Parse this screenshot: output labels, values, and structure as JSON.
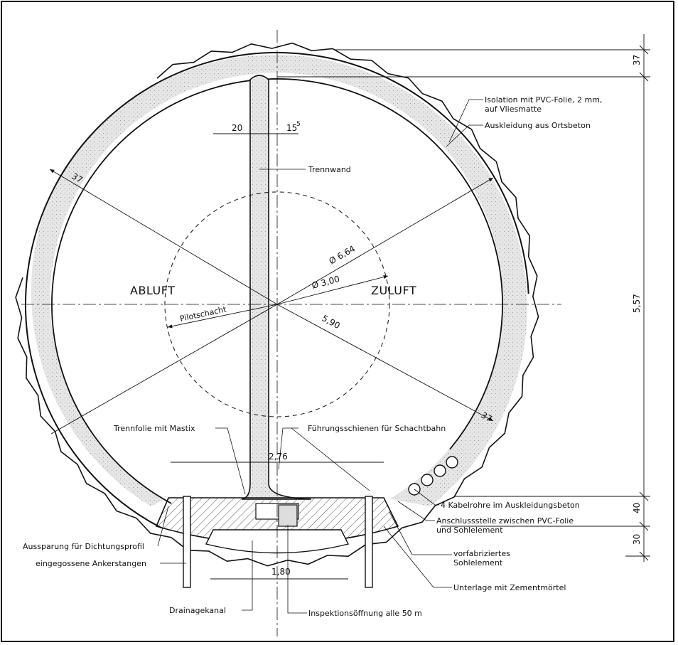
{
  "main_labels": {
    "left_zone": "ABLUFT",
    "right_zone": "ZULUFT",
    "pilot": "Pilotschacht"
  },
  "dimensions": {
    "top_thickness": "37",
    "partition_left": "20",
    "partition_right": "15",
    "partition_right_sup": "5",
    "wall_left": "37",
    "wall_right": "37",
    "diameter_outer": "Ø 6,64",
    "diameter_pilot": "Ø 3,00",
    "radius": "5,90",
    "height_total": "5,57",
    "floor_40": "40",
    "floor_30": "30",
    "width_276": "2,76",
    "width_180": "1,80"
  },
  "annotations": {
    "isolation_1": "Isolation mit PVC-Folie, 2 mm,",
    "isolation_2": "auf Vliesmatte",
    "lining": "Auskleidung aus Ortsbeton",
    "partition": "Trennwand",
    "separating_foil": "Trennfolie mit Mastix",
    "guide_rails": "Führungsschienen für Schachtbahn",
    "cable_pipes": "4 Kabelrohre im Auskleidungsbeton",
    "junction_1": "Anschlussstelle zwischen PVC-Folie",
    "junction_2": "und Sohlelement",
    "precast_1": "vorfabriziertes",
    "precast_2": "Sohlelement",
    "base": "Unterlage mit Zementmörtel",
    "inspection": "Inspektionsöffnung alle 50 m",
    "drainage": "Drainagekanal",
    "anchors": "eingegossene Ankerstangen",
    "recess": "Aussparung für Dichtungsprofil"
  }
}
